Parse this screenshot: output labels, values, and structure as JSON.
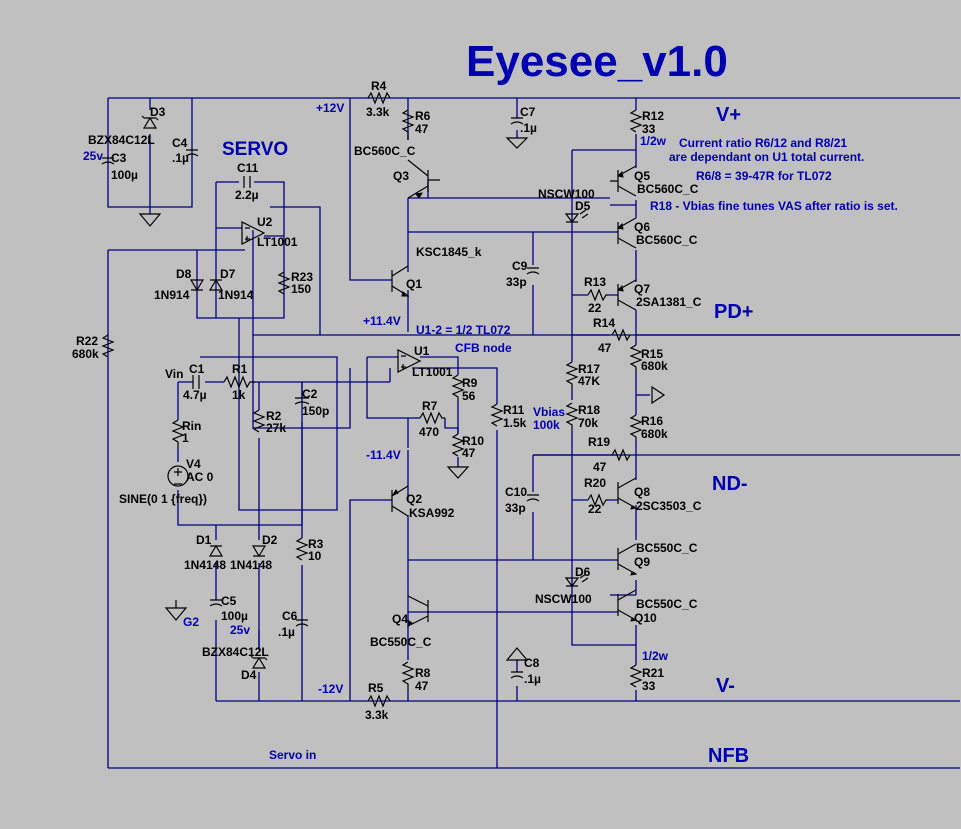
{
  "title": "Eyesee_v1.0",
  "servo_label": "SERVO",
  "rails": {
    "pos12": "+12V",
    "neg12": "-12V",
    "pos114": "+11.4V",
    "neg114": "-11.4V",
    "vplus": "V+",
    "vminus": "V-",
    "pd": "PD+",
    "nd": "ND-",
    "nfb": "NFB",
    "servo_in": "Servo in",
    "vin": "Vin",
    "g2": "G2",
    "cfb": "CFB node",
    "u12": "U1-2 = 1/2 TL072",
    "vbias": "Vbias",
    "vbias_val": "100k"
  },
  "notes": {
    "n1": "Current ratio R6/12 and R8/21",
    "n2": "are dependant on U1 total current.",
    "n3": "R6/8 = 39-47R for TL072",
    "n4": "R18 - Vbias fine tunes VAS after ratio is set."
  },
  "parts": {
    "R4": [
      "R4",
      "3.3k"
    ],
    "R5": [
      "R5",
      "3.3k"
    ],
    "R6": [
      "R6",
      "47"
    ],
    "R8": [
      "R8",
      "47"
    ],
    "R12": [
      "R12",
      "33"
    ],
    "R12w": "1/2w",
    "R21": [
      "R21",
      "33"
    ],
    "R21w": "1/2w",
    "R13": [
      "R13",
      "22"
    ],
    "R14": [
      "R14",
      "47"
    ],
    "R15": [
      "R15",
      "680k"
    ],
    "R16": [
      "R16",
      "680k"
    ],
    "R17": [
      "R17",
      "47K"
    ],
    "R18": [
      "R18",
      "70k"
    ],
    "R19": [
      "R19",
      "47"
    ],
    "R20": [
      "R20",
      "22"
    ],
    "R22": [
      "R22",
      "680k"
    ],
    "R23": [
      "R23",
      "150"
    ],
    "R1": [
      "R1",
      "1k"
    ],
    "R2": [
      "R2",
      "27k"
    ],
    "R3": [
      "R3",
      "10"
    ],
    "R7": [
      "R7",
      "470"
    ],
    "R9": [
      "R9",
      "56"
    ],
    "R10": [
      "R10",
      "47"
    ],
    "R11": [
      "R11",
      "1.5k"
    ],
    "Rin": [
      "Rin",
      "1"
    ],
    "C1": [
      "C1",
      "4.7µ"
    ],
    "C2": [
      "C2",
      "150p"
    ],
    "C3": [
      "C3",
      "100µ"
    ],
    "C3v": "25v",
    "C4": [
      "C4",
      ".1µ"
    ],
    "C5": [
      "C5",
      "100µ"
    ],
    "C5v": "25v",
    "C6": [
      "C6",
      ".1µ"
    ],
    "C7": [
      "C7",
      ".1µ"
    ],
    "C8": [
      "C8",
      ".1µ"
    ],
    "C9": [
      "C9",
      "33p"
    ],
    "C10": [
      "C10",
      "33p"
    ],
    "C11": [
      "C11",
      "2.2µ"
    ],
    "D1": [
      "D1",
      "1N4148"
    ],
    "D2": [
      "D2",
      "1N4148"
    ],
    "D3": [
      "D3",
      "BZX84C12L"
    ],
    "D4": [
      "D4",
      "BZX84C12L"
    ],
    "D5": [
      "D5",
      "NSCW100"
    ],
    "D6": [
      "D6",
      "NSCW100"
    ],
    "D7": [
      "D7",
      "1N914"
    ],
    "D8": [
      "D8",
      "1N914"
    ],
    "Q1": [
      "Q1",
      "KSC1845_k"
    ],
    "Q2": [
      "Q2",
      "KSA992"
    ],
    "Q3": [
      "Q3",
      "BC560C_C"
    ],
    "Q4": [
      "Q4",
      "BC550C_C"
    ],
    "Q5": [
      "Q5",
      "BC560C_C"
    ],
    "Q6": [
      "Q6",
      "BC560C_C"
    ],
    "Q7": [
      "Q7",
      "2SA1381_C"
    ],
    "Q8": [
      "Q8",
      "2SC3503_C"
    ],
    "Q9": [
      "Q9",
      "BC550C_C"
    ],
    "Q10": [
      "Q10",
      "BC550C_C"
    ],
    "U1": [
      "U1",
      "LT1001"
    ],
    "U2": [
      "U2",
      "LT1001"
    ],
    "V4": [
      "V4",
      "AC 0",
      "SINE(0 1 {freq})"
    ]
  }
}
